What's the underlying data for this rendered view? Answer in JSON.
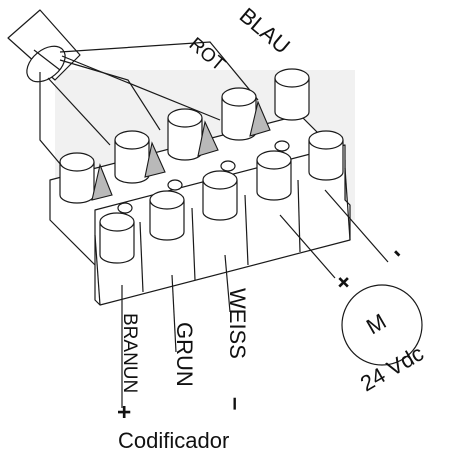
{
  "labels": {
    "blau": "BLAU",
    "rot": "ROT",
    "branun": "BRANUN",
    "grun": "GRUN",
    "weiss": "WEISS",
    "motor_letter": "M",
    "voltage": "24 Vdc",
    "plus_motor": "+",
    "minus_motor": "-",
    "plus_encoder": "+",
    "minus_encoder": "–",
    "encoder": "Codificador"
  },
  "colors": {
    "line": "#1a1a1a",
    "background_panel": "#f1f1f1",
    "shadow": "#b9b9b9"
  }
}
